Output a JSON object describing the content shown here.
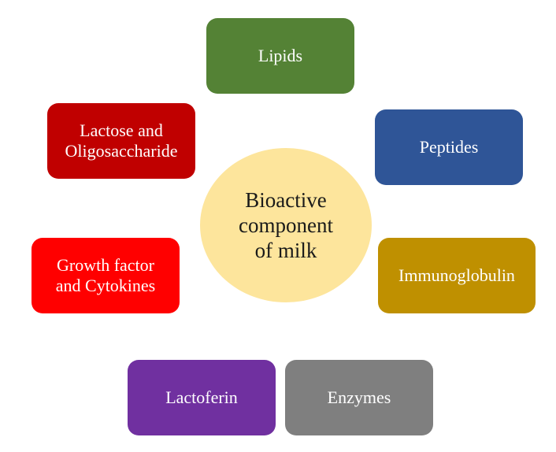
{
  "diagram": {
    "center_label": "Bioactive\ncomponent\nof milk",
    "components": {
      "lipids": "Lipids",
      "lactose": "Lactose and\nOligosaccharide",
      "peptides": "Peptides",
      "growth": "Growth factor\nand Cytokines",
      "immuno": "Immunoglobulin",
      "lactoferin": "Lactoferin",
      "enzymes": "Enzymes"
    },
    "colors": {
      "lipids": "#548235",
      "lactose": "#c00000",
      "peptides": "#2f5597",
      "growth": "#ff0000",
      "immuno": "#bf9000",
      "lactoferin": "#7030a0",
      "enzymes": "#7f7f7f",
      "center": "#fde59c"
    }
  }
}
